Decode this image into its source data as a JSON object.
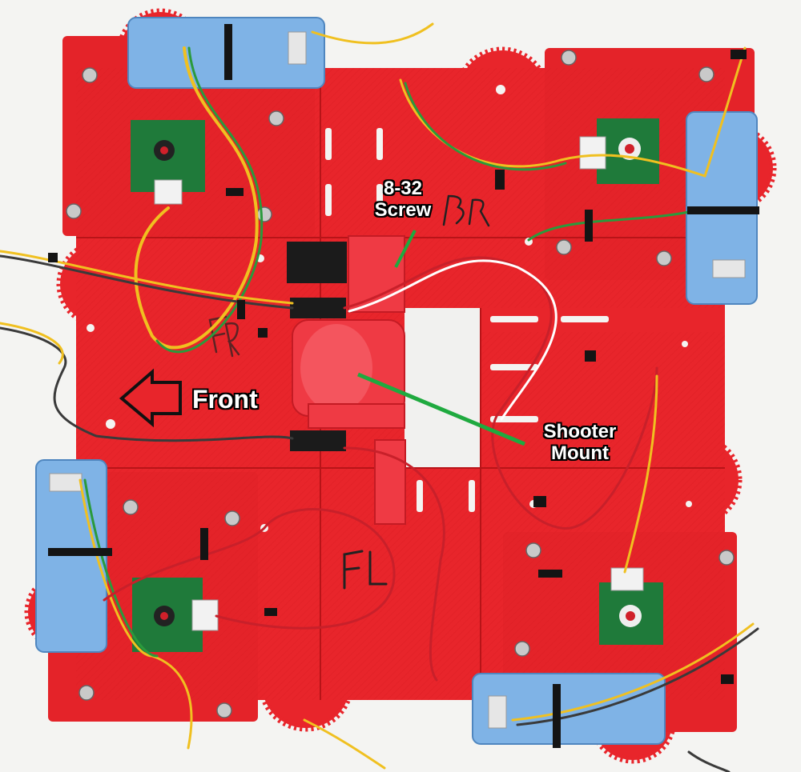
{
  "annotations": {
    "screw_line1": "8-32",
    "screw_line2": "Screw",
    "shooter_line1": "Shooter",
    "shooter_line2": "Mount",
    "front": "Front"
  },
  "board_markings": [
    "BR",
    "FL",
    "FR",
    "BR",
    "FL",
    "FR"
  ],
  "colors": {
    "chassis": "#e8252b",
    "chassis_dark": "#b81418",
    "motor": "#7fb3e6",
    "pcb": "#1f7a3a",
    "pointer_line": "#1faa3f",
    "background": "#f4f4f2"
  },
  "icons": {
    "front_arrow": "arrow-left-outline-icon"
  }
}
